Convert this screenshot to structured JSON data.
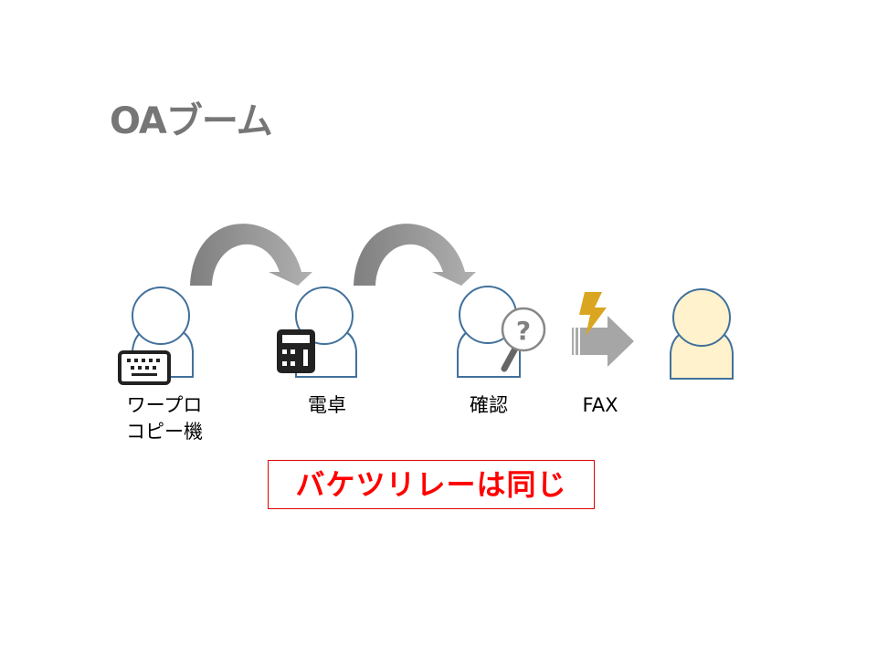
{
  "title": "OAブーム",
  "steps": [
    {
      "label_lines": [
        "ワープロ",
        "コピー機"
      ],
      "icon": "keyboard-icon"
    },
    {
      "label_lines": [
        "電卓"
      ],
      "icon": "calculator-icon"
    },
    {
      "label_lines": [
        "確認"
      ],
      "icon": "magnifier-question-icon"
    },
    {
      "label_lines": [
        "FAX"
      ],
      "icon": "fax-lightning-arrow-icon"
    }
  ],
  "note": "バケツリレーは同じ",
  "colors": {
    "person_stroke": "#41719C",
    "recipient_fill": "#FFF2CC",
    "note_red": "#FF0000",
    "bolt": "#DAA520",
    "arrow_gray": "#A0A0A0"
  }
}
